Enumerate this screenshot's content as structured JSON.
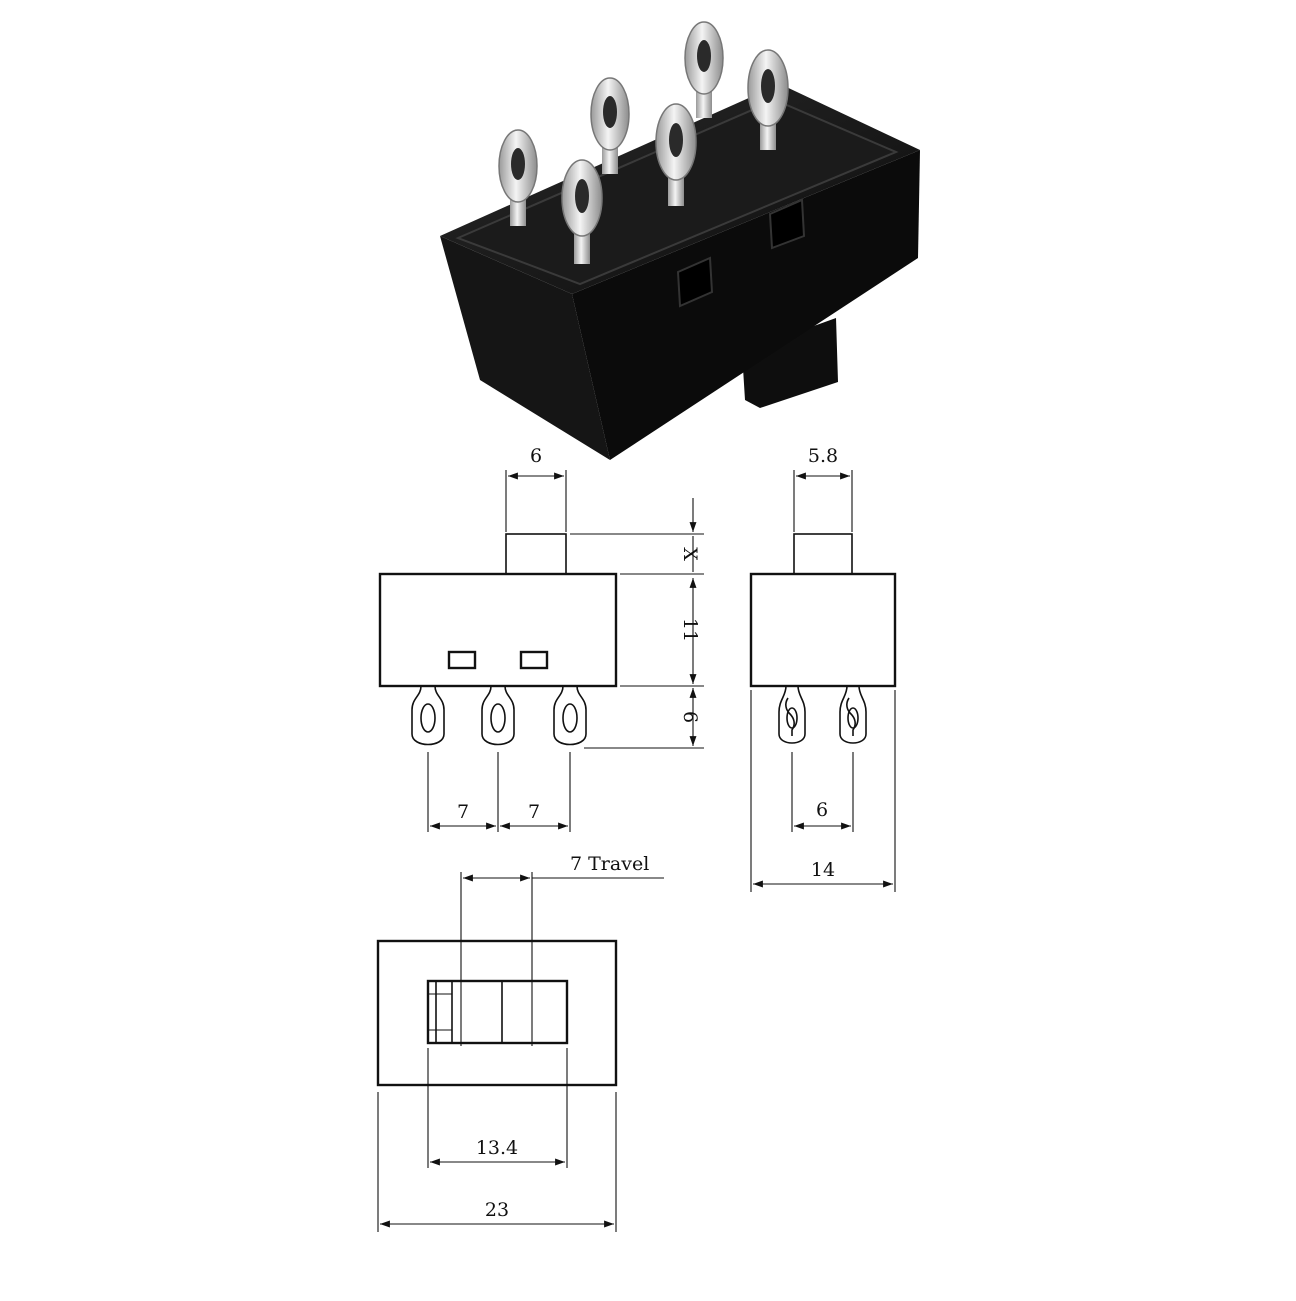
{
  "product": {
    "description": "Black rectangular slide switch with six silver solder-lug terminals"
  },
  "front_view": {
    "actuator_width": "6",
    "actuator_height": "X",
    "body_height": "11",
    "terminal_height": "6",
    "pitch_left": "7",
    "pitch_right": "7"
  },
  "side_view": {
    "actuator_width": "5.8",
    "terminal_spacing": "6",
    "body_depth": "14"
  },
  "top_view": {
    "travel": "7 Travel",
    "slot_length": "13.4",
    "body_length": "23"
  },
  "colors": {
    "body": "#121212",
    "terminal": "#d9d9d9",
    "line": "#111111"
  }
}
